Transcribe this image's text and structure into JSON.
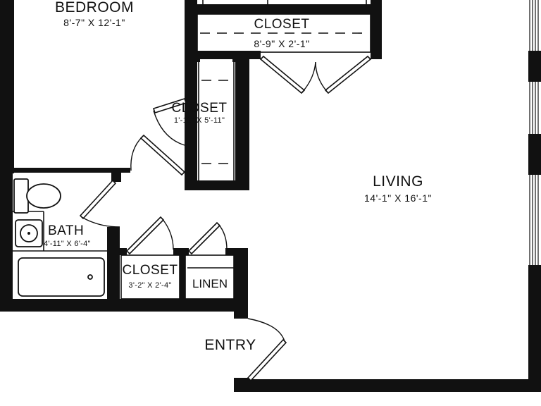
{
  "rooms": {
    "bedroom": {
      "name": "BEDROOM",
      "size": "8'-7\" X 12'-1\""
    },
    "closet_top": {
      "name": "CLOSET",
      "size": "8'-9\" X 2'-1\""
    },
    "closet_mid": {
      "name": "CLOSET",
      "size": "1'-11\" X 5'-11\""
    },
    "living": {
      "name": "LIVING",
      "size": "14'-1\" X 16'-1\""
    },
    "bath": {
      "name": "BATH",
      "size": "4'-11\" X 6'-4\""
    },
    "closet_bottom": {
      "name": "CLOSET",
      "size": "3'-2\" X 2'-4\""
    },
    "linen": {
      "name": "LINEN"
    },
    "entry": {
      "name": "ENTRY"
    }
  },
  "colors": {
    "wall": "#111111",
    "background": "#ffffff"
  }
}
